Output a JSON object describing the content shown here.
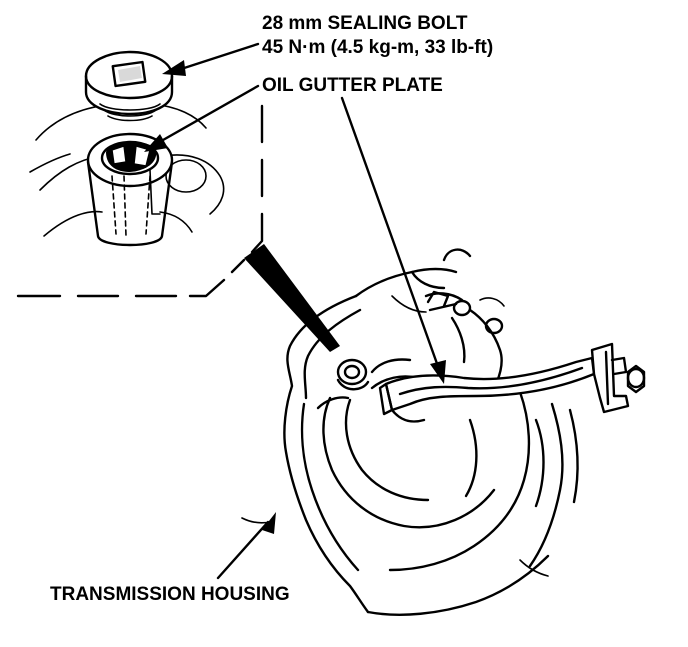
{
  "labels": {
    "sealing_bolt_size": "28 mm SEALING BOLT",
    "sealing_bolt_torque": "45 N·m (4.5 kg-m, 33 lb-ft)",
    "oil_gutter_plate": "OIL GUTTER PLATE",
    "transmission_housing": "TRANSMISSION HOUSING"
  },
  "colors": {
    "ink": "#000000",
    "paper": "#ffffff"
  }
}
